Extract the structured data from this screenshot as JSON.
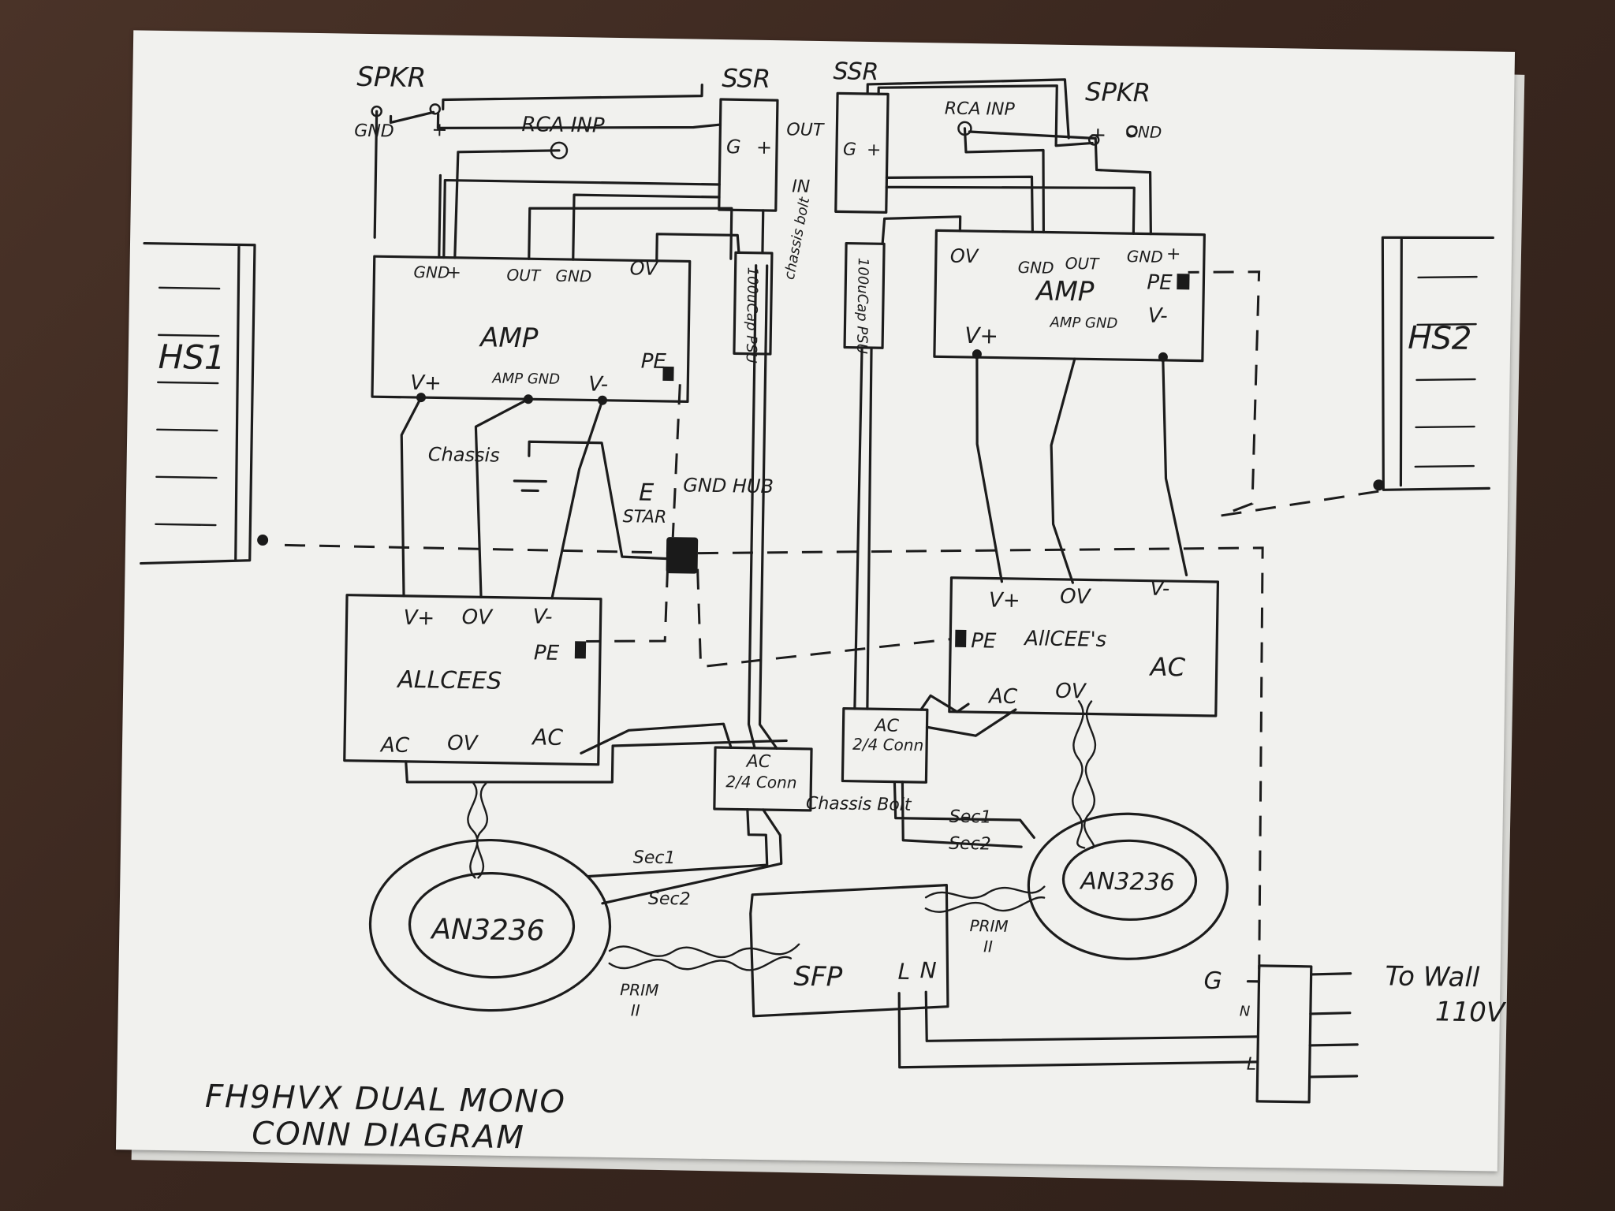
{
  "colors": {
    "paper": "#f1f1ee",
    "ink": "#1c1c1c",
    "desk": "#3a2a22"
  },
  "title": {
    "line1": "FH9HVX DUAL MONO",
    "line2": "CONN DIAGRAM"
  },
  "left_channel": {
    "speaker": {
      "label": "SPKR",
      "gnd": "GND",
      "plus": "+"
    },
    "rca": "RCA INP",
    "ssr": {
      "label": "SSR",
      "g": "G",
      "plus": "+",
      "out": "OUT",
      "in": "IN"
    },
    "amp": {
      "label": "AMP",
      "gnd": "GND",
      "plus": "+",
      "out": "OUT",
      "out_gnd": "GND",
      "ov": "OV",
      "vplus": "V+",
      "amp_gnd": "AMP GND",
      "vminus": "V-",
      "pe": "PE"
    },
    "psu": "100uCap PSU",
    "chassis": "Chassis",
    "heatsink": "HS1",
    "allcees": {
      "label": "ALLCEES",
      "vplus": "V+",
      "ov": "OV",
      "vminus": "V-",
      "pe": "PE",
      "ac1": "AC",
      "ac_ov": "OV",
      "ac2": "AC"
    },
    "ac_conn": {
      "l1": "AC",
      "l2": "2/4 Conn"
    },
    "toroid": "AN3236",
    "sec1": "Sec1",
    "sec2": "Sec2",
    "prim": "PRIM",
    "prim_mark": "II"
  },
  "star_ground": {
    "e": "E",
    "star": "STAR",
    "gnd_hub": "GND HUB"
  },
  "right_channel": {
    "speaker": {
      "label": "SPKR",
      "gnd": "GND",
      "plus": "+"
    },
    "rca": "RCA INP",
    "ssr": {
      "label": "SSR",
      "g": "G",
      "plus": "+"
    },
    "amp": {
      "label": "AMP",
      "ov": "OV",
      "gnd": "GND",
      "out": "OUT",
      "gnd2": "GND",
      "plus": "+",
      "pe": "PE",
      "vplus": "V+",
      "amp_gnd": "AMP GND",
      "vminus": "V-"
    },
    "psu": "100uCap PSU",
    "chassis_bolt": "chassis bolt",
    "heatsink": "HS2",
    "allcees": {
      "label": "AllCEE's",
      "vplus": "V+",
      "ov": "OV",
      "vminus": "V-",
      "pe": "PE",
      "ac1": "AC",
      "ac_ov": "OV",
      "ac2": "AC"
    },
    "ac_conn": {
      "l1": "AC",
      "l2": "2/4 Conn"
    },
    "toroid": "AN3236",
    "sec1": "Sec1",
    "sec2": "Sec2",
    "prim": "PRIM",
    "prim_mark": "II"
  },
  "chassis_bolt_center": "Chassis Bolt",
  "sfp": {
    "label": "SFP",
    "l": "L",
    "n": "N"
  },
  "mains": {
    "g": "G",
    "n": "N",
    "l": "L",
    "to_wall_1": "To Wall",
    "to_wall_2": "110V"
  }
}
